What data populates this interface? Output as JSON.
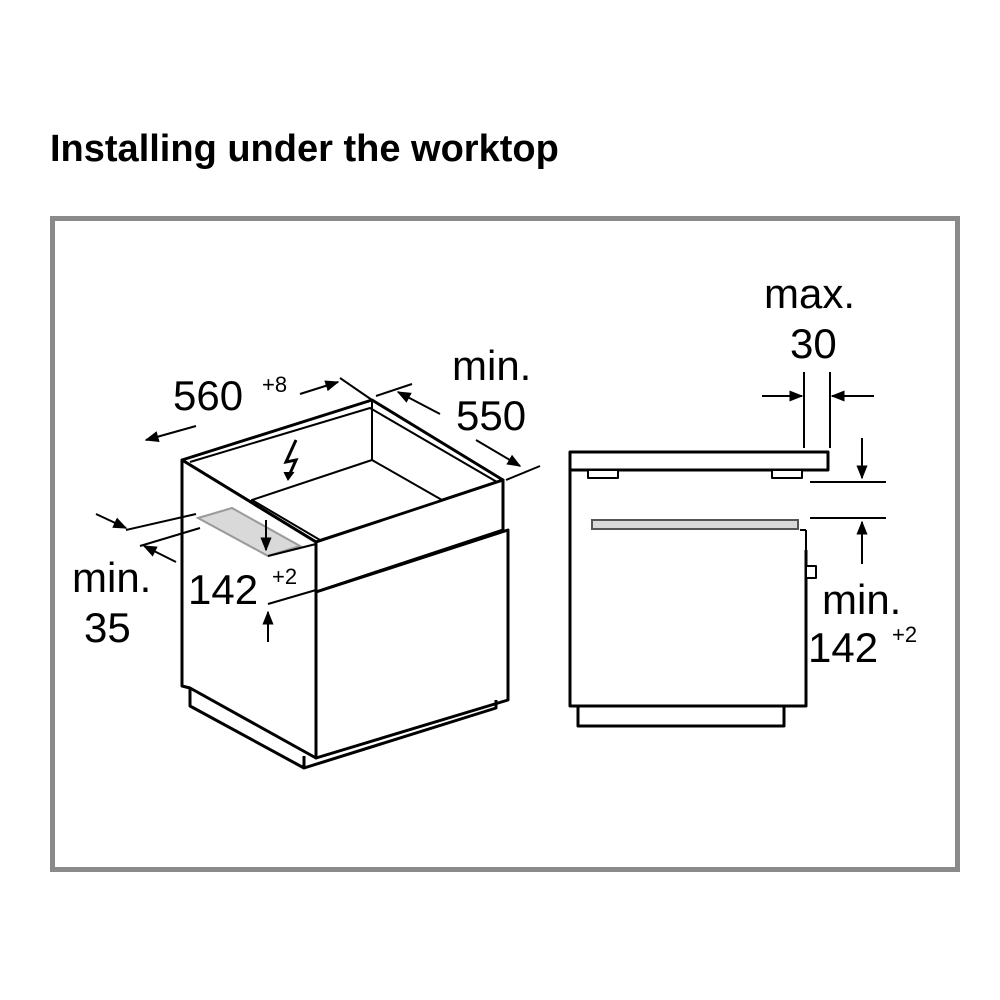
{
  "title": "Installing under the worktop",
  "colors": {
    "frame": "#8a8a8a",
    "line": "#000000",
    "shelf": "#cfcfcf"
  },
  "left_view": {
    "width": {
      "value": "560",
      "tolerance": "+8"
    },
    "depth": {
      "prefix": "min.",
      "value": "550"
    },
    "side_gap": {
      "prefix": "min.",
      "value": "35"
    },
    "opening": {
      "value": "142",
      "tolerance": "+2"
    },
    "icon": "electric-connection-icon"
  },
  "right_view": {
    "worktop": {
      "prefix": "max.",
      "value": "30"
    },
    "opening": {
      "prefix": "min.",
      "value": "142",
      "tolerance": "+2"
    }
  }
}
